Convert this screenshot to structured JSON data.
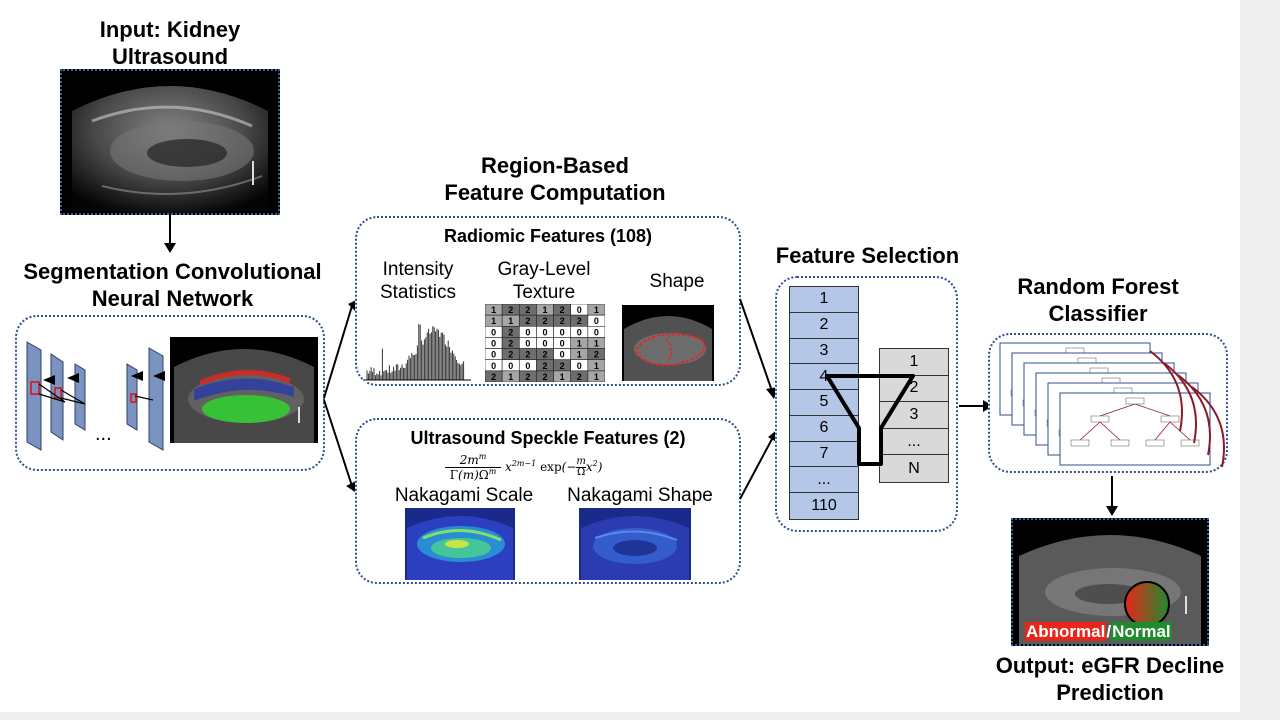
{
  "input": {
    "title_line1": "Input: Kidney",
    "title_line2": "Ultrasound"
  },
  "segmentation": {
    "title_line1": "Segmentation Convolutional",
    "title_line2": "Neural Network",
    "ellipsis": "..."
  },
  "region": {
    "title_line1": "Region-Based",
    "title_line2": "Feature Computation"
  },
  "radiomic": {
    "title": "Radiomic Features (108)",
    "intensity_line1": "Intensity",
    "intensity_line2": "Statistics",
    "glt_line1": "Gray-Level",
    "glt_line2": "Texture",
    "shape": "Shape",
    "matrix": [
      [
        "1",
        "2",
        "2",
        "1",
        "2",
        "0",
        "1"
      ],
      [
        "1",
        "1",
        "2",
        "2",
        "2",
        "2",
        "0"
      ],
      [
        "0",
        "2",
        "0",
        "0",
        "0",
        "0",
        "0"
      ],
      [
        "0",
        "2",
        "0",
        "0",
        "0",
        "1",
        "1"
      ],
      [
        "0",
        "2",
        "2",
        "2",
        "0",
        "1",
        "2"
      ],
      [
        "0",
        "0",
        "0",
        "2",
        "2",
        "0",
        "1"
      ],
      [
        "2",
        "1",
        "2",
        "2",
        "1",
        "2",
        "1"
      ]
    ]
  },
  "speckle": {
    "title": "Ultrasound Speckle Features (2)",
    "scale": "Nakagami Scale",
    "shape": "Nakagami Shape"
  },
  "selection": {
    "title": "Feature Selection",
    "all_features": [
      "1",
      "2",
      "3",
      "4",
      "5",
      "6",
      "7",
      "...",
      "110"
    ],
    "selected_features": [
      "1",
      "2",
      "3",
      "...",
      "N"
    ]
  },
  "forest": {
    "title_line1": "Random Forest",
    "title_line2": "Classifier"
  },
  "output": {
    "abnormal": "Abnormal",
    "slash": "/",
    "normal": "Normal",
    "title_line1": "Output: eGFR Decline",
    "title_line2": "Prediction"
  },
  "colors": {
    "box_border": "#2f4f8f",
    "cell_fill": "#b4c7e7",
    "abnormal": "#e8271a",
    "normal": "#1f8a2e",
    "segment_red": "#cc2b2b",
    "segment_green": "#33cc33",
    "segment_blue": "#3040a0",
    "tree_link": "#8b1a2b"
  }
}
